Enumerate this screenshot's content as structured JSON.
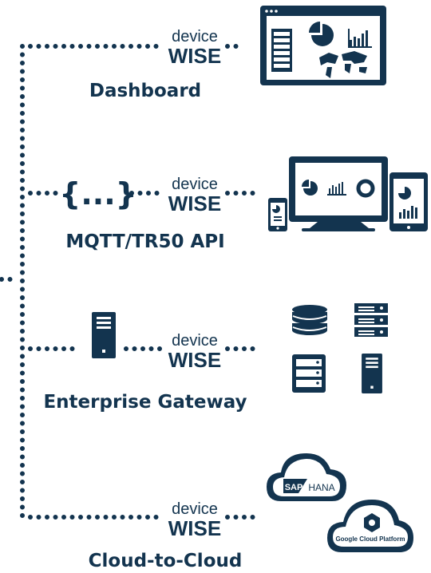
{
  "brand": {
    "line1": "device",
    "line2": "WISE"
  },
  "colors": {
    "navy": "#13344f",
    "background": "#ffffff"
  },
  "rows": [
    {
      "id": "dashboard",
      "label": "Dashboard",
      "source_icon": "none",
      "target_icons": [
        "dashboard-window-icon"
      ]
    },
    {
      "id": "mqtt",
      "label": "MQTT/TR50 API",
      "source_icon": "curly-braces-icon",
      "target_icons": [
        "phone-icon",
        "monitor-icon",
        "tablet-icon"
      ]
    },
    {
      "id": "gateway",
      "label": "Enterprise Gateway",
      "source_icon": "server-tower-icon",
      "target_icons": [
        "database-icon",
        "server-rack-icon",
        "server-cabinet-icon",
        "server-tower-icon"
      ]
    },
    {
      "id": "cloud",
      "label": "Cloud-to-Cloud",
      "source_icon": "none",
      "target_icons": [
        "sap-hana-cloud-icon",
        "google-cloud-icon"
      ]
    }
  ],
  "clouds": {
    "sap": {
      "logo": "SAP",
      "text": "HANA"
    },
    "google": {
      "text": "Google Cloud Platform"
    }
  },
  "braces_text": "{...}"
}
